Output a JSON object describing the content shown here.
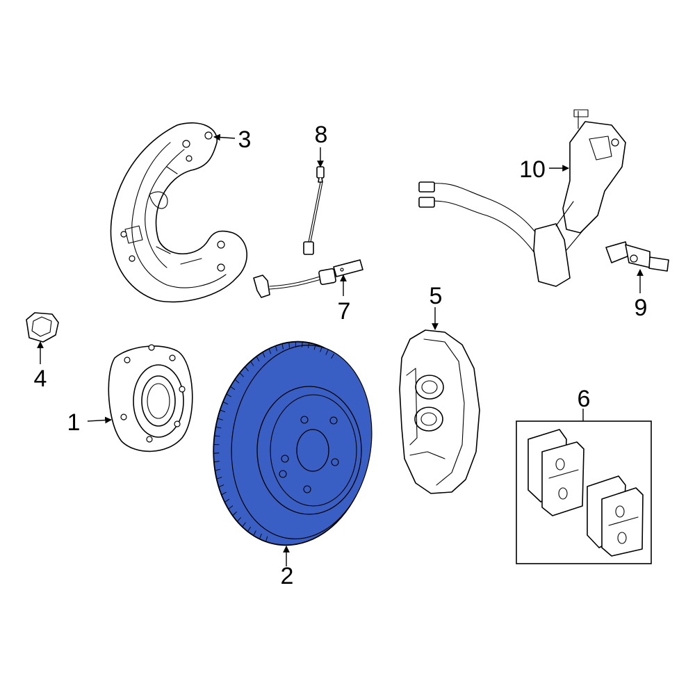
{
  "diagram": {
    "highlight_color": "#3a5fc4",
    "highlighted_part": "2",
    "callouts": [
      {
        "id": "c1",
        "label": "1"
      },
      {
        "id": "c2",
        "label": "2"
      },
      {
        "id": "c3",
        "label": "3"
      },
      {
        "id": "c4",
        "label": "4"
      },
      {
        "id": "c5",
        "label": "5"
      },
      {
        "id": "c6",
        "label": "6"
      },
      {
        "id": "c7",
        "label": "7"
      },
      {
        "id": "c8",
        "label": "8"
      },
      {
        "id": "c9",
        "label": "9"
      },
      {
        "id": "c10",
        "label": "10"
      }
    ]
  }
}
